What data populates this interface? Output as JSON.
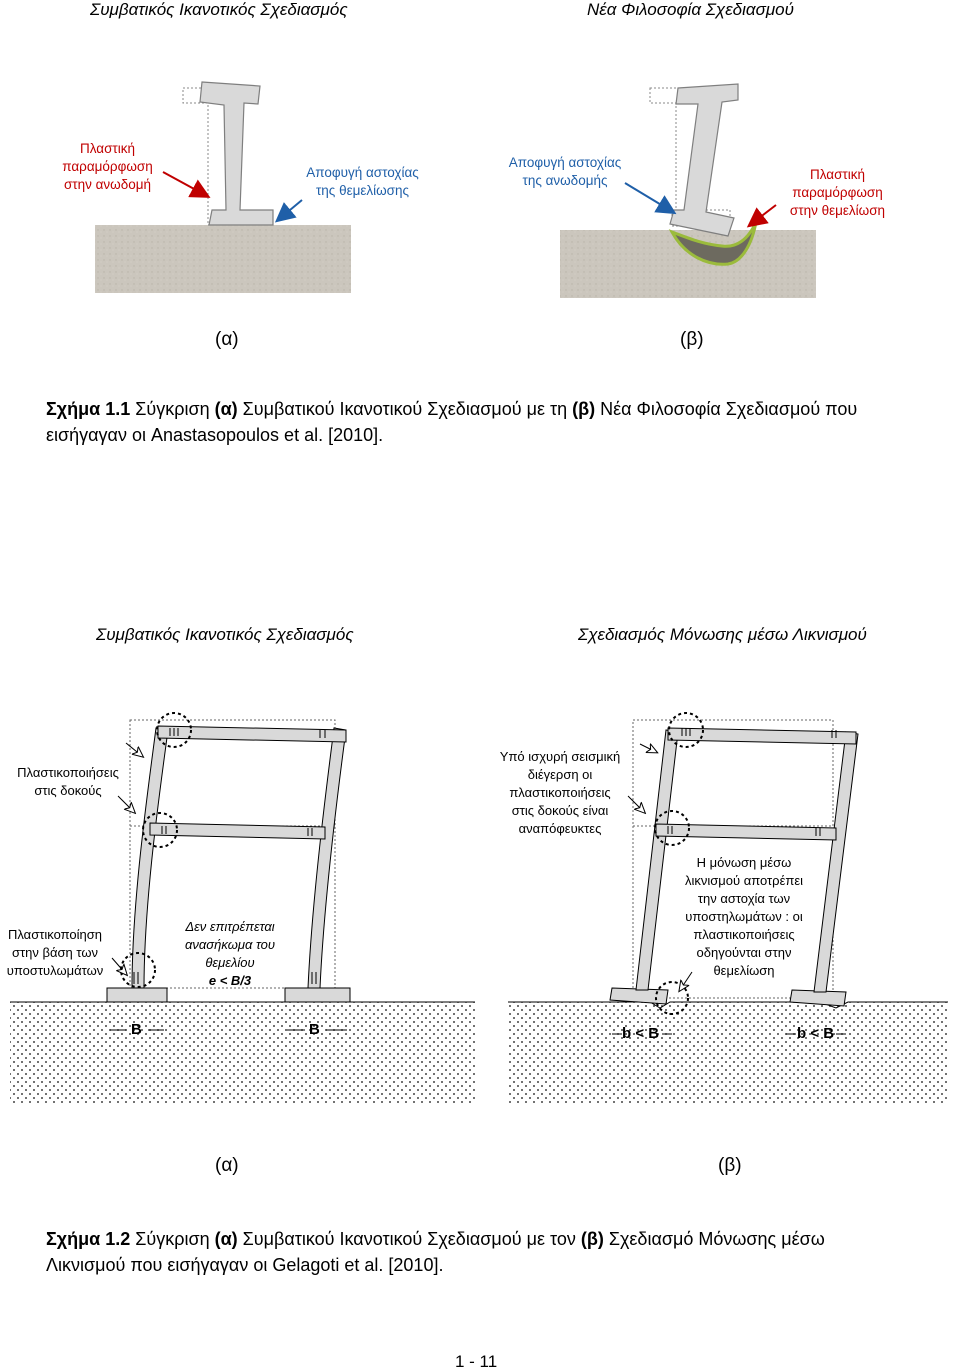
{
  "fig1": {
    "left_title": "Συμβατικός Ικανοτικός Σχεδιασμός",
    "right_title": "Νέα Φιλοσοφία Σχεδιασμού",
    "left_red_label": [
      "Πλαστική",
      "παραμόρφωση",
      "στην ανωδομή"
    ],
    "left_blue_label": [
      "Αποφυγή αστοχίας",
      "της θεμελίωσης"
    ],
    "right_blue_label": [
      "Αποφυγή αστοχίας",
      "της ανωδομής"
    ],
    "right_red_label": [
      "Πλαστική",
      "παραμόρφωση",
      "στην θεμελίωση"
    ],
    "sub_a": "(α)",
    "sub_b": "(β)",
    "caption_bold": "Σχήμα 1.1",
    "caption_text_1": " Σύγκριση ",
    "caption_a": "(α)",
    "caption_text_2": " Συμβατικού Ικανοτικού Σχεδιασμού με τη ",
    "caption_b": "(β)",
    "caption_text_3": " Νέα Φιλοσοφία Σχεδιασμού που",
    "caption_line2": "εισήγαγαν οι Anastasopoulos et al. [2010]."
  },
  "fig2": {
    "left_title": "Συμβατικός Ικανοτικός Σχεδιασμός",
    "right_title": "Σχεδιασμός Μόνωσης μέσω Λικνισμού",
    "beams_label": [
      "Πλαστικοποιήσεις",
      "στις δοκούς"
    ],
    "base_label": [
      "Πλαστικοποίηση",
      "στην βάση των",
      "υποστυλωμάτων"
    ],
    "uplift_label": [
      "Δεν επιτρέπεται",
      "ανασήκωμα του",
      "θεμελίου"
    ],
    "uplift_cond": "e < B/3",
    "strong_label": [
      "Υπό ισχυρή σεισμική",
      "διέγερση οι",
      "πλαστικοποιήσεις",
      "στις δοκούς είναι",
      "αναπόφευκτες"
    ],
    "rocking_label": [
      "Η μόνωση μέσω",
      "λικνισμού αποτρέπει",
      "την αστοχία των",
      "υποστηλωμάτων : οι",
      "πλαστικοποιήσεις",
      "οδηγούνται στην",
      "θεμελίωση"
    ],
    "dim_left_1": "B",
    "dim_left_2": "B",
    "dim_right_1": "b < B",
    "dim_right_2": "b < B",
    "sub_a": "(α)",
    "sub_b": "(β)",
    "caption_bold": "Σχήμα 1.2",
    "caption_text_1": " Σύγκριση ",
    "caption_a": "(α)",
    "caption_text_2": " Συμβατικού Ικανοτικού Σχεδιασμού με τον ",
    "caption_b": "(β)",
    "caption_text_3": " Σχεδιασμό Μόνωσης μέσω",
    "caption_line2": "Λικνισμού που εισήγαγαν οι Gelagoti et al. [2010]."
  },
  "page_number": "1 - 11",
  "colors": {
    "red": "#c00000",
    "blue": "#1f5fa8",
    "soil": "#c9c4bb",
    "wall": "#d9d9d9",
    "green": "#9bbb3c"
  }
}
